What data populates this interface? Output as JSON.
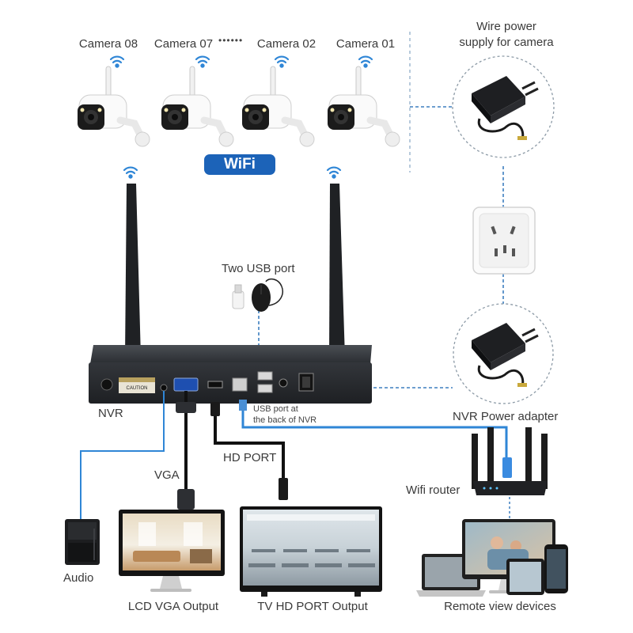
{
  "cameras": [
    {
      "label": "Camera 08"
    },
    {
      "label": "Camera 07"
    },
    {
      "label": "Camera 02"
    },
    {
      "label": "Camera 01"
    }
  ],
  "ellipsis": "••••••",
  "wifi_badge": "WiFi",
  "power_supply_label": "Wire power\nsupply for camera",
  "usb_label": "Two USB port",
  "nvr_label": "NVR",
  "usb_back_label": "USB port at\nthe back of NVR",
  "nvr_adapter_label": "NVR Power adapter",
  "hd_port_label": "HD PORT",
  "vga_label": "VGA",
  "router_label": "Wifi router",
  "audio_label": "Audio",
  "lcd_label": "LCD VGA Output",
  "tv_label": "TV HD PORT Output",
  "remote_label": "Remote view devices",
  "nvr_caution": "CAUTION",
  "colors": {
    "blue_cable": "#2f86d6",
    "badge": "#1c63b8",
    "nvr_body": "#2c2f33",
    "dash": "#3d7fbf"
  }
}
